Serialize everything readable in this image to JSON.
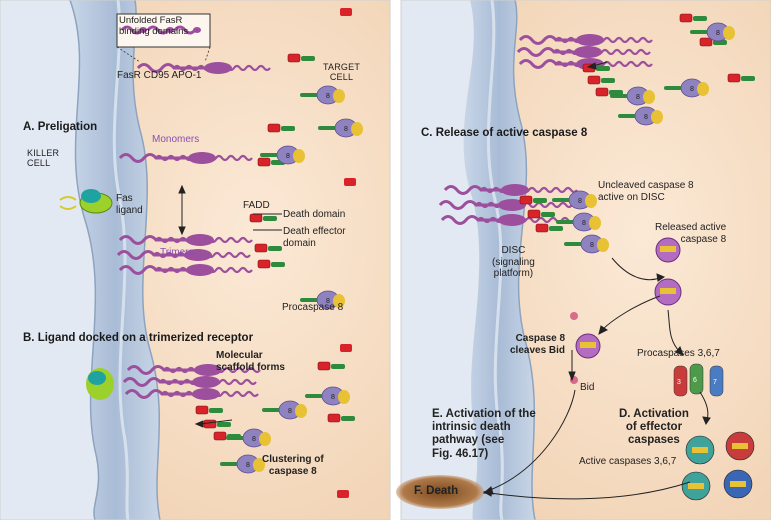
{
  "colors": {
    "membrane_blue": "#b9c9de",
    "membrane_blue_light": "#dfe7f1",
    "cytoplasm": "#f4dcc3",
    "cytoplasm_light": "#fbeee0",
    "receptor_purple": "#9c4f9c",
    "fadd_red": "#d8232a",
    "fadd_green": "#2e8b3e",
    "caspase_purple": "#8f82c0",
    "caspase_yellow": "#e8c234",
    "ligand_green": "#9bd12a",
    "death_brown": "#8a5a2a"
  },
  "left": {
    "unfolded": "Unfolded FasR\nbinding domains",
    "fasr": "FasR CD95 APO-1",
    "target": "TARGET\nCELL",
    "section_a": "A. Preligation",
    "killer": "KILLER\nCELL",
    "monomers": "Monomers",
    "fas_ligand": "Fas\nligand",
    "fadd": "FADD",
    "death_domain": "Death domain",
    "death_effector": "Death effector\ndomain",
    "trimers": "Trimers",
    "procaspase8": "Procaspase 8",
    "section_b": "B. Ligand docked on a trimerized receptor",
    "scaffold": "Molecular\nscaffold forms",
    "clustering": "Clustering of\ncaspase 8",
    "casp_num": "8"
  },
  "right": {
    "section_c": "C. Release of active caspase 8",
    "uncleaved": "Uncleaved caspase 8\nactive on DISC",
    "released": "Released active\ncaspase 8",
    "disc": "DISC\n(signaling\nplatform)",
    "cleaves_bid": "Caspase 8\ncleaves Bid",
    "procaspases": "Procaspases 3,6,7",
    "bid": "Bid",
    "section_e": "E. Activation of the\nintrinsic death\npathway (see\nFig. 46.17)",
    "section_d": "D. Activation\nof effector\ncaspases",
    "active_caspases": "Active caspases 3,6,7",
    "death": "F. Death",
    "casp_num": "8",
    "casp3": "3",
    "casp6": "6",
    "casp7": "7"
  }
}
